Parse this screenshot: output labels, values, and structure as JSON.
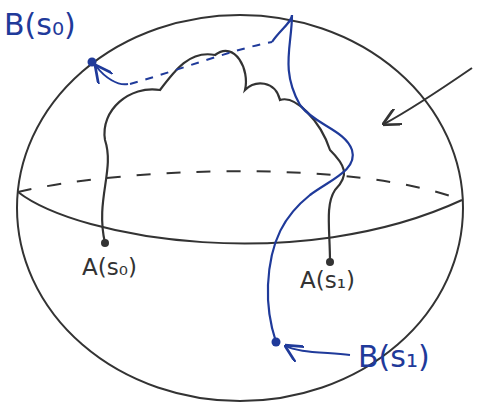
{
  "diagram": {
    "labels": [
      "B(s₀)",
      "A(s₀)",
      "A(s₁)",
      "B(s₁)"
    ]
  }
}
